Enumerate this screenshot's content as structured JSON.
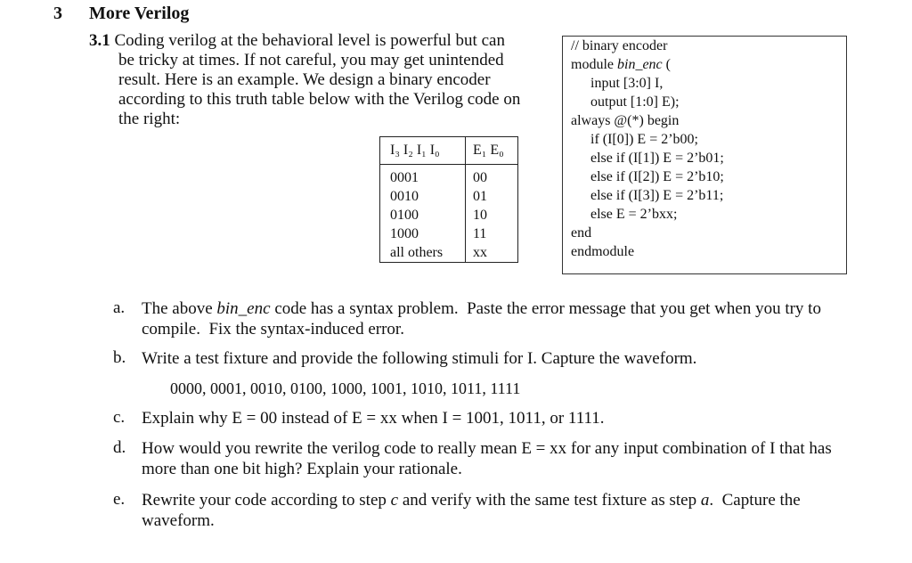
{
  "section": {
    "number": "3",
    "title": "More Verilog"
  },
  "intro": {
    "sub_number": "3.1",
    "lines": [
      "Coding verilog at the behavioral level is powerful but can",
      "be tricky at times.  If not careful, you may get unintended",
      "result.  Here is an example.  We design a binary encoder",
      "according to this truth table below with the Verilog code on",
      "the right:"
    ]
  },
  "truth_table": {
    "headers": [
      "I₃ I₂ I₁ I₀",
      "E₁ E₀"
    ],
    "rows": [
      [
        "0001",
        "00"
      ],
      [
        "0010",
        "01"
      ],
      [
        "0100",
        "10"
      ],
      [
        "1000",
        "11"
      ],
      [
        "all others",
        "xx"
      ]
    ]
  },
  "code": {
    "lines": [
      "// binary encoder",
      "module bin_enc (",
      "input  [3:0] I,",
      "output [1:0] E);",
      "always @(*) begin",
      "if (I[0]) E = 2’b00;",
      "else if (I[1]) E = 2’b01;",
      "else if (I[2]) E = 2’b10;",
      "else if (I[3]) E = 2’b11;",
      "else E = 2’bxx;",
      "end",
      "endmodule"
    ]
  },
  "questions": [
    {
      "letter": "a.",
      "text": "The above bin_enc code has a syntax problem.  Paste the error message that you get when you try to compile.  Fix the syntax-induced error."
    },
    {
      "letter": "b.",
      "text": "Write a test fixture and provide the following stimuli for I.  Capture the waveform."
    },
    {
      "letter": "c.",
      "text": "Explain why E = 00 instead of E = xx when I = 1001, 1011, or 1111."
    },
    {
      "letter": "d.",
      "text": "How would you rewrite the verilog code to really mean E = xx for any input combination of I that has more than one bit high?  Explain your rationale."
    },
    {
      "letter": "e.",
      "text": "Rewrite your code according to step c and verify with the same test fixture as step a.  Capture the waveform."
    }
  ],
  "stimuli": "0000, 0001, 0010, 0100, 1000, 1001, 1010, 1011, 1111"
}
